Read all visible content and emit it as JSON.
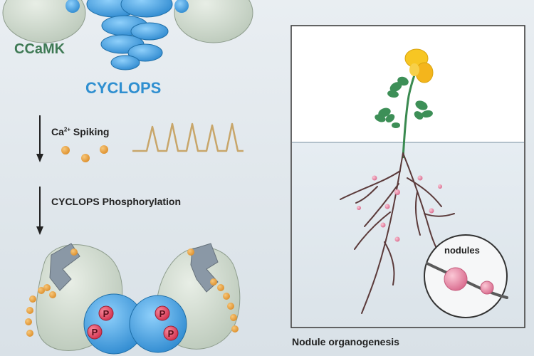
{
  "labels": {
    "ccamk": "CCaMK",
    "cyclops": "CYCLOPS",
    "ca_spiking_prefix": "Ca",
    "ca_spiking_sup": "2+",
    "ca_spiking_suffix": " Spiking",
    "phosphorylation": "CYCLOPS Phosphorylation",
    "nodules": "nodules",
    "nodule_organogenesis": "Nodule organogenesis",
    "phospho_mark": "P"
  },
  "colors": {
    "ccamk_green": "#3f7a55",
    "cyclops_blue": "#2f8fd0",
    "protein_blue": "#4aa8e6",
    "protein_green": "#c9d6c7",
    "calcium_orange": "#e8a245",
    "phospho_red": "#e0455f",
    "flower_yellow": "#f7c623",
    "root_brown": "#5b3a3a",
    "nodule_pink": "#e88aa5"
  }
}
